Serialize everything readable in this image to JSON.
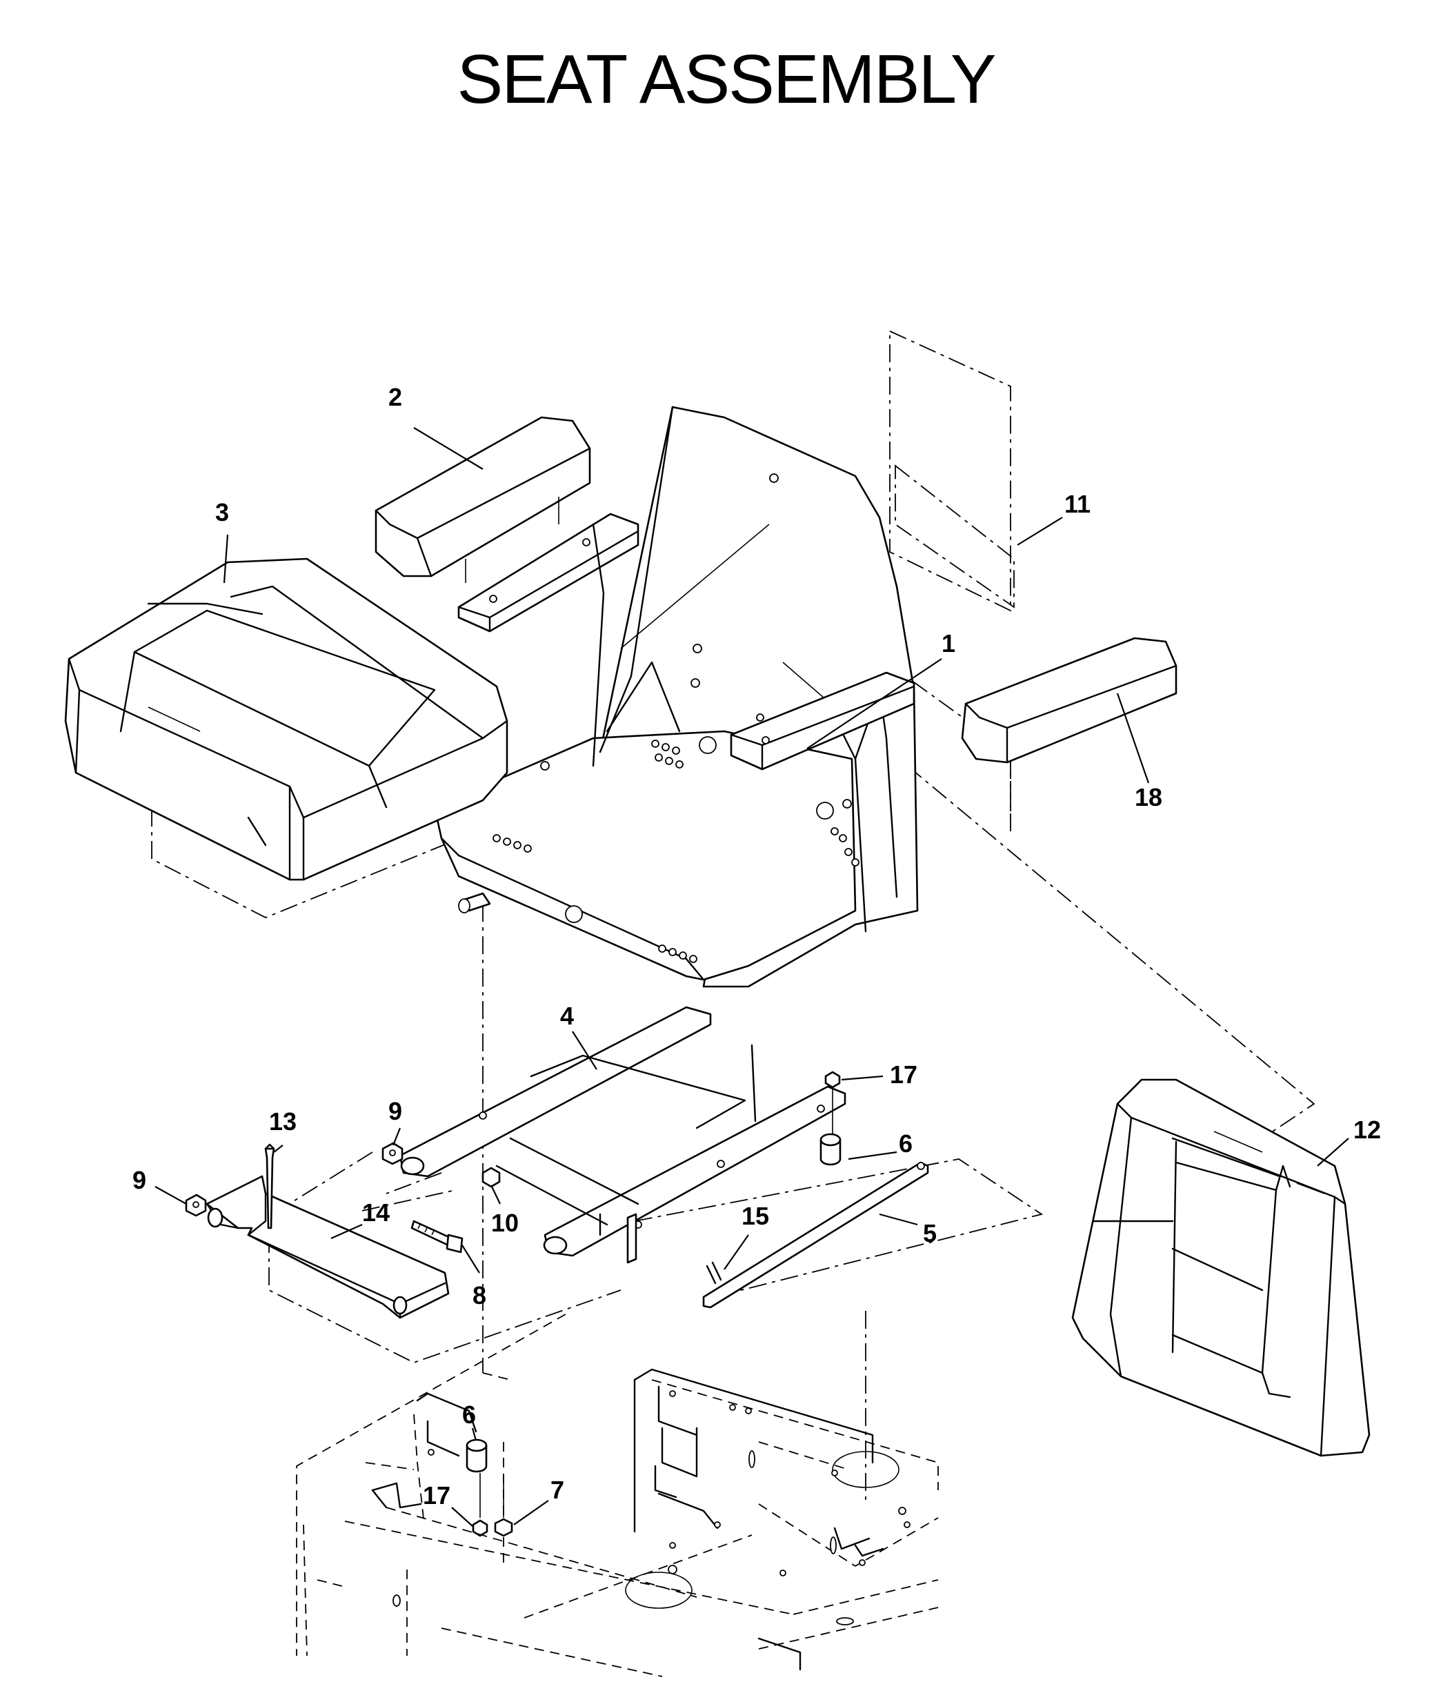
{
  "title": "SEAT ASSEMBLY",
  "callouts": [
    {
      "id": "c1",
      "label": "1"
    },
    {
      "id": "c2",
      "label": "2"
    },
    {
      "id": "c3",
      "label": "3"
    },
    {
      "id": "c4",
      "label": "4"
    },
    {
      "id": "c5",
      "label": "5"
    },
    {
      "id": "c6a",
      "label": "6"
    },
    {
      "id": "c6b",
      "label": "6"
    },
    {
      "id": "c7",
      "label": "7"
    },
    {
      "id": "c8",
      "label": "8"
    },
    {
      "id": "c9a",
      "label": "9"
    },
    {
      "id": "c9b",
      "label": "9"
    },
    {
      "id": "c10",
      "label": "10"
    },
    {
      "id": "c11",
      "label": "11"
    },
    {
      "id": "c12",
      "label": "12"
    },
    {
      "id": "c13",
      "label": "13"
    },
    {
      "id": "c14",
      "label": "14"
    },
    {
      "id": "c15",
      "label": "15"
    },
    {
      "id": "c17a",
      "label": "17"
    },
    {
      "id": "c17b",
      "label": "17"
    },
    {
      "id": "c18",
      "label": "18"
    }
  ]
}
